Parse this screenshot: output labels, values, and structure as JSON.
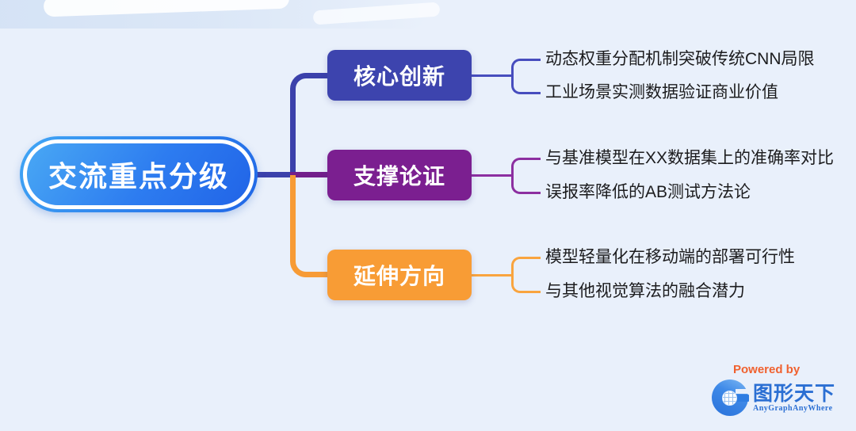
{
  "root": {
    "label": "交流重点分级",
    "gradient_from": "#49a8f4",
    "gradient_to": "#2164e7",
    "ring_color": "#ffffff"
  },
  "branches": [
    {
      "label": "核心创新",
      "node_color": "#3d44ae",
      "line_color": "#474dbe",
      "leaves": [
        "动态权重分配机制突破传统CNN局限",
        "工业场景实测数据验证商业价值"
      ]
    },
    {
      "label": "支撑论证",
      "node_color": "#7b1f90",
      "line_color": "#8c2fa0",
      "leaves": [
        "与基准模型在XX数据集上的准确率对比",
        "误报率降低的AB测试方法论"
      ]
    },
    {
      "label": "延伸方向",
      "node_color": "#f89c35",
      "line_color": "#f9a43e",
      "leaves": [
        "模型轻量化在移动端的部署可行性",
        "与其他视觉算法的融合潜力"
      ]
    }
  ],
  "footer": {
    "powered_by": "Powered by",
    "brand": "图形天下",
    "brand_sub": "AnyGraphAnyWhere",
    "powered_by_color": "#f0612f",
    "brand_color": "#2b6fd3"
  },
  "colors": {
    "background": "#e9f0fb",
    "trunk_indigo": "#3b41ab",
    "trunk_purple": "#731f8b",
    "trunk_orange": "#f79b35",
    "leaf_text": "#1c1c1e"
  }
}
